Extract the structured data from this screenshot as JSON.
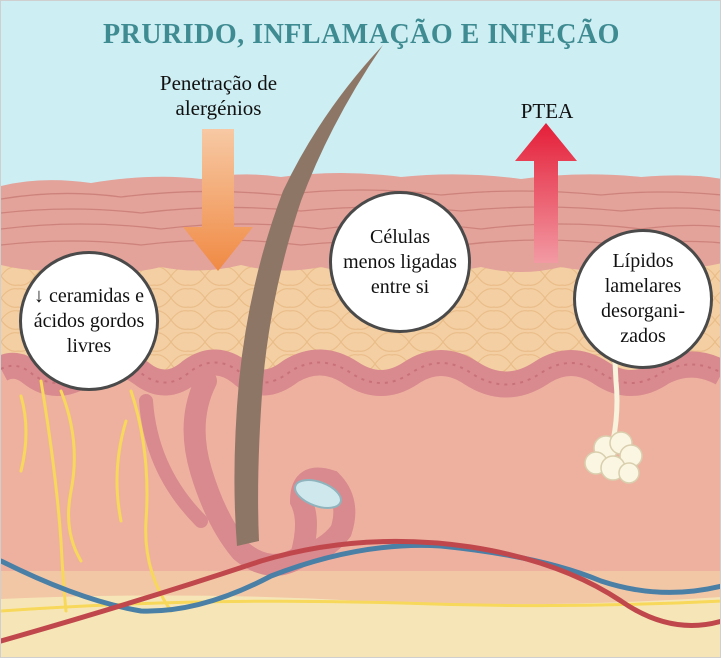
{
  "title": "PRURIDO, INFLAMAÇÃO E INFEÇÃO",
  "labels": {
    "allergen_line1": "Penetração de",
    "allergen_line2": "alergénios",
    "ptea": "PTEA"
  },
  "bubbles": {
    "ceramides": [
      "↓ ceramidas e",
      "ácidos gordos",
      "livres"
    ],
    "cells": [
      "Células",
      "menos ligadas",
      "entre si"
    ],
    "lipids": [
      "Lípidos",
      "lamelares",
      "desorgani-",
      "zados"
    ]
  },
  "colors": {
    "title": "#3f8b92",
    "sky": "#cdeef3",
    "stratum_corneum": "#e3a29a",
    "epidermis": "#f3cfa3",
    "basal_layer": "#d98a8e",
    "dermis": "#eeb1a0",
    "hair": "#8d7666",
    "arrow_down": "#f2a56e",
    "arrow_up": "#e8344a",
    "nerve": "#f7d85a",
    "vein": "#4a7fa6",
    "artery": "#c0484d",
    "subcutis": "#f6e6b7"
  }
}
